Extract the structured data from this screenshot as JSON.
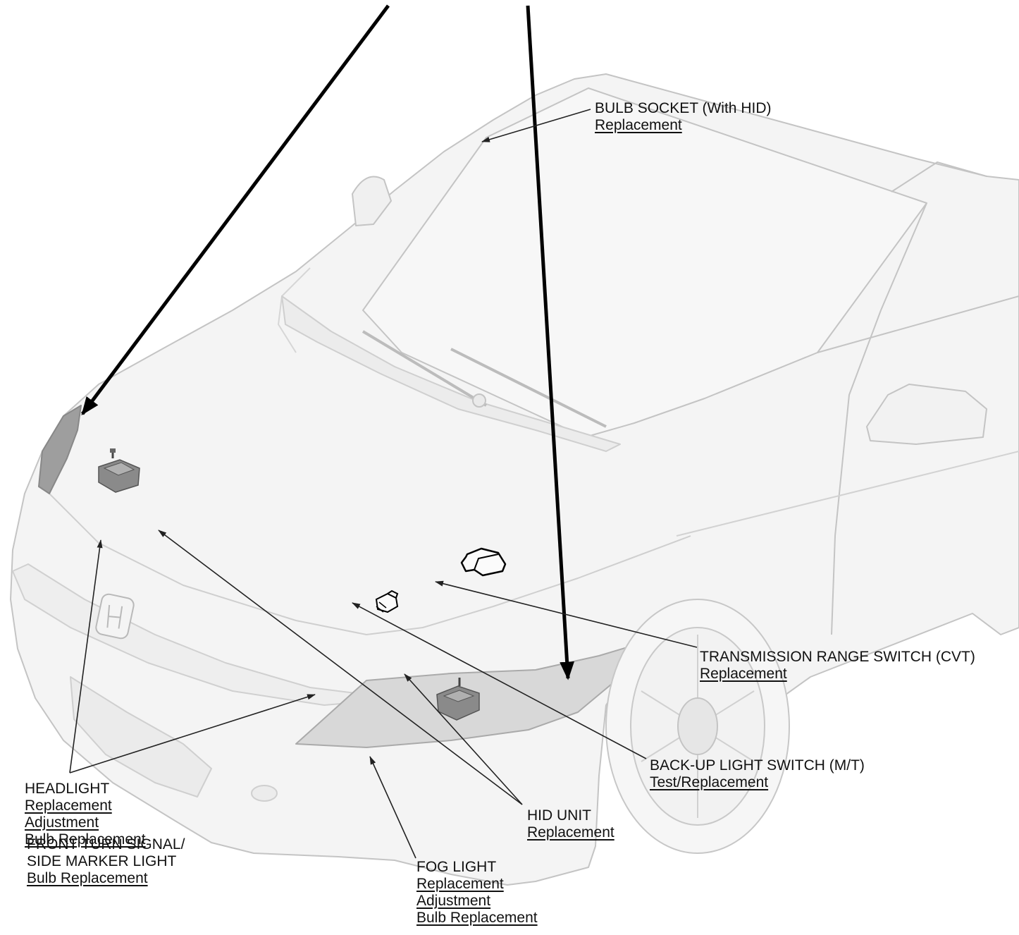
{
  "colors": {
    "background": "#ffffff",
    "car_fill": "#f4f4f4",
    "car_stroke": "#c7c7c7",
    "shade": "#dedede",
    "leader": "#222222",
    "text": "#111111"
  },
  "callouts": {
    "bulb_socket": {
      "title": "BULB SOCKET (With HID)",
      "links": [
        "Replacement"
      ]
    },
    "transmission_range_switch": {
      "title": "TRANSMISSION RANGE SWITCH (CVT)",
      "links": [
        "Replacement"
      ]
    },
    "backup_light_switch": {
      "title": "BACK-UP LIGHT SWITCH (M/T)",
      "links": [
        "Test/Replacement"
      ]
    },
    "hid_unit": {
      "title": "HID UNIT",
      "links": [
        "Replacement"
      ]
    },
    "fog_light": {
      "title": "FOG LIGHT",
      "links": [
        "Replacement",
        "Adjustment",
        "Bulb Replacement"
      ]
    },
    "headlight": {
      "title": "HEADLIGHT",
      "links": [
        "Replacement",
        "Adjustment",
        "Bulb Replacement"
      ]
    },
    "front_turn_signal": {
      "title": "FRONT TURN SIGNAL/",
      "title2": "SIDE MARKER LIGHT",
      "links": [
        "Bulb Replacement"
      ]
    }
  }
}
